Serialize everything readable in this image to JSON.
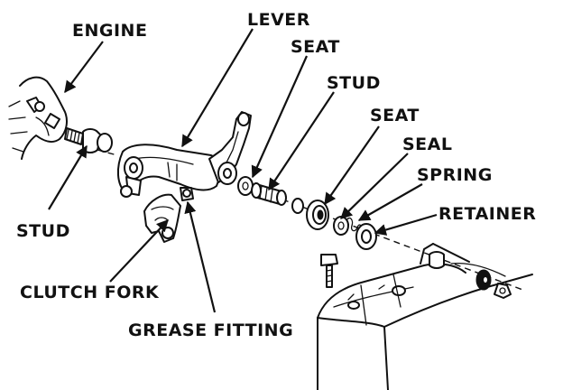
{
  "diagram": {
    "labels": {
      "engine": "ENGINE",
      "lever": "LEVER",
      "seat_top": "SEAT",
      "stud_top": "STUD",
      "seat_mid": "SEAT",
      "seal": "SEAL",
      "spring": "SPRING",
      "retainer": "RETAINER",
      "stud_left": "STUD",
      "clutch_fork": "CLUTCH FORK",
      "grease_fitting": "GREASE FITTING"
    },
    "ink_color": "#111111",
    "background_color": "#ffffff"
  }
}
